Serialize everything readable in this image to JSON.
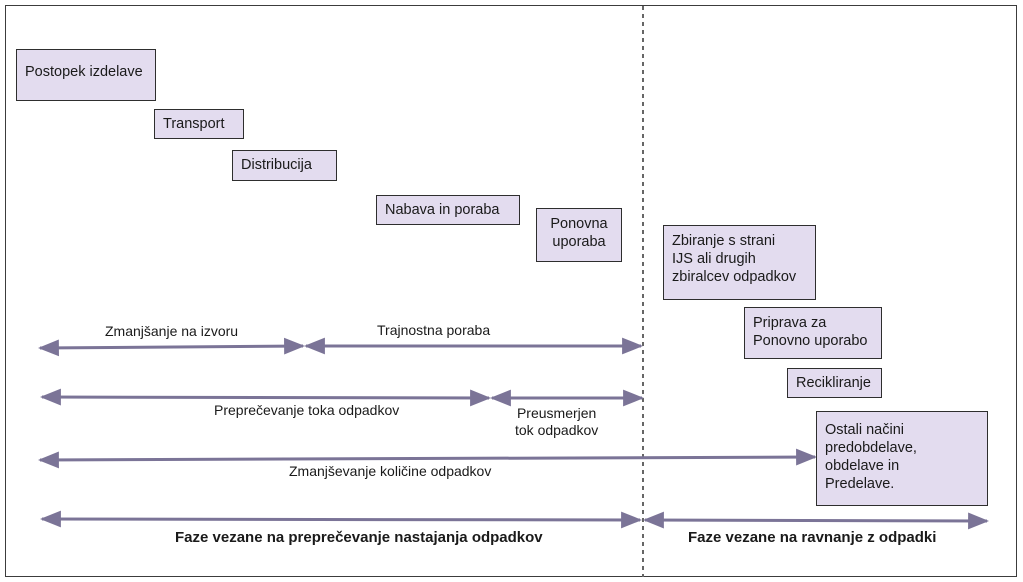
{
  "boxes": {
    "postopek": "Postopek izdelave",
    "transport": "Transport",
    "distribucija": "Distribucija",
    "nabava": "Nabava in poraba",
    "ponovna": "Ponovna\nuporaba",
    "zbiranje": "Zbiranje s strani\nIJS ali drugih\nzbiralcev odpadkov",
    "priprava": "Priprava za\nPonovno uporabo",
    "recikliranje": "Recikliranje",
    "ostali": "Ostali načini\npredobdelave,\nobdelave in\nPredelave."
  },
  "arrows": {
    "zmanjsanje": "Zmanjšanje na izvoru",
    "trajnostna": "Trajnostna poraba",
    "preprecevanje": "Preprečevanje toka odpadkov",
    "preusmerjen": "Preusmerjen\ntok odpadkov",
    "kolicina": "Zmanjševanje količine odpadkov"
  },
  "phases": {
    "left": "Faze vezane na preprečevanje nastajanja odpadkov",
    "right": "Faze vezane na ravnanje z odpadki"
  },
  "colors": {
    "box_fill": "#e3dcef",
    "arrow": "#7b7497",
    "divider": "#666666"
  }
}
